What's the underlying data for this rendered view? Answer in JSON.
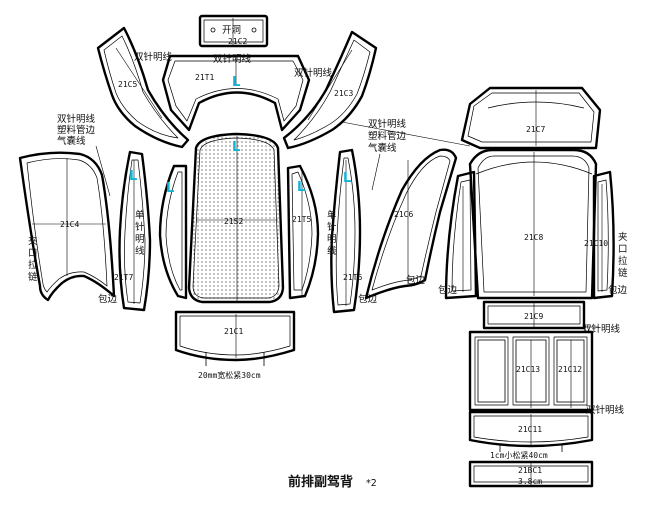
{
  "title": "前排副驾背",
  "title_suffix": "*2",
  "pieces": {
    "c2": "21C2",
    "t1": "21T1",
    "c5": "21C5",
    "c3": "21C3",
    "c4": "21C4",
    "t7": "21T7",
    "s2": "21S2",
    "t5": "21T5",
    "t6": "21T6",
    "c6": "21C6",
    "c1": "21C1",
    "c7": "21C7",
    "c8": "21C8",
    "c10": "21C10",
    "c9": "21C9",
    "c13": "21C13",
    "c12": "21C12",
    "c11": "21C11",
    "bc1": "21BC1"
  },
  "notes": {
    "kaidong": "开洞",
    "double_stitch": "双针明线",
    "double_stitch_2": "双针明线",
    "double_stitch_3": "双针明线",
    "double_stitch_4": "双针明线",
    "double_stitch_5": "双针明线",
    "left_block": [
      "双针明线",
      "塑料管边",
      "气囊线"
    ],
    "right_block": [
      "双针明线",
      "塑料管边",
      "气囊线"
    ],
    "zip_left": [
      "夹",
      "口",
      "拉",
      "链"
    ],
    "zip_right": [
      "夹",
      "口",
      "拉",
      "链"
    ],
    "single_left": [
      "单",
      "针",
      "明",
      "线"
    ],
    "single_right": [
      "单",
      "针",
      "明",
      "线"
    ],
    "piping_1": "包边",
    "piping_2": "包边",
    "piping_3": "包边",
    "piping_4": "包边",
    "piping_5": "包边",
    "elastic_1": "20mm宽松紧30cm",
    "elastic_2": "1cm小松紧40cm",
    "strip_size": "3.8cm"
  },
  "marks": {
    "L": "L"
  },
  "colors": {
    "accent_L": "#11b5d6",
    "line": "#000000"
  }
}
